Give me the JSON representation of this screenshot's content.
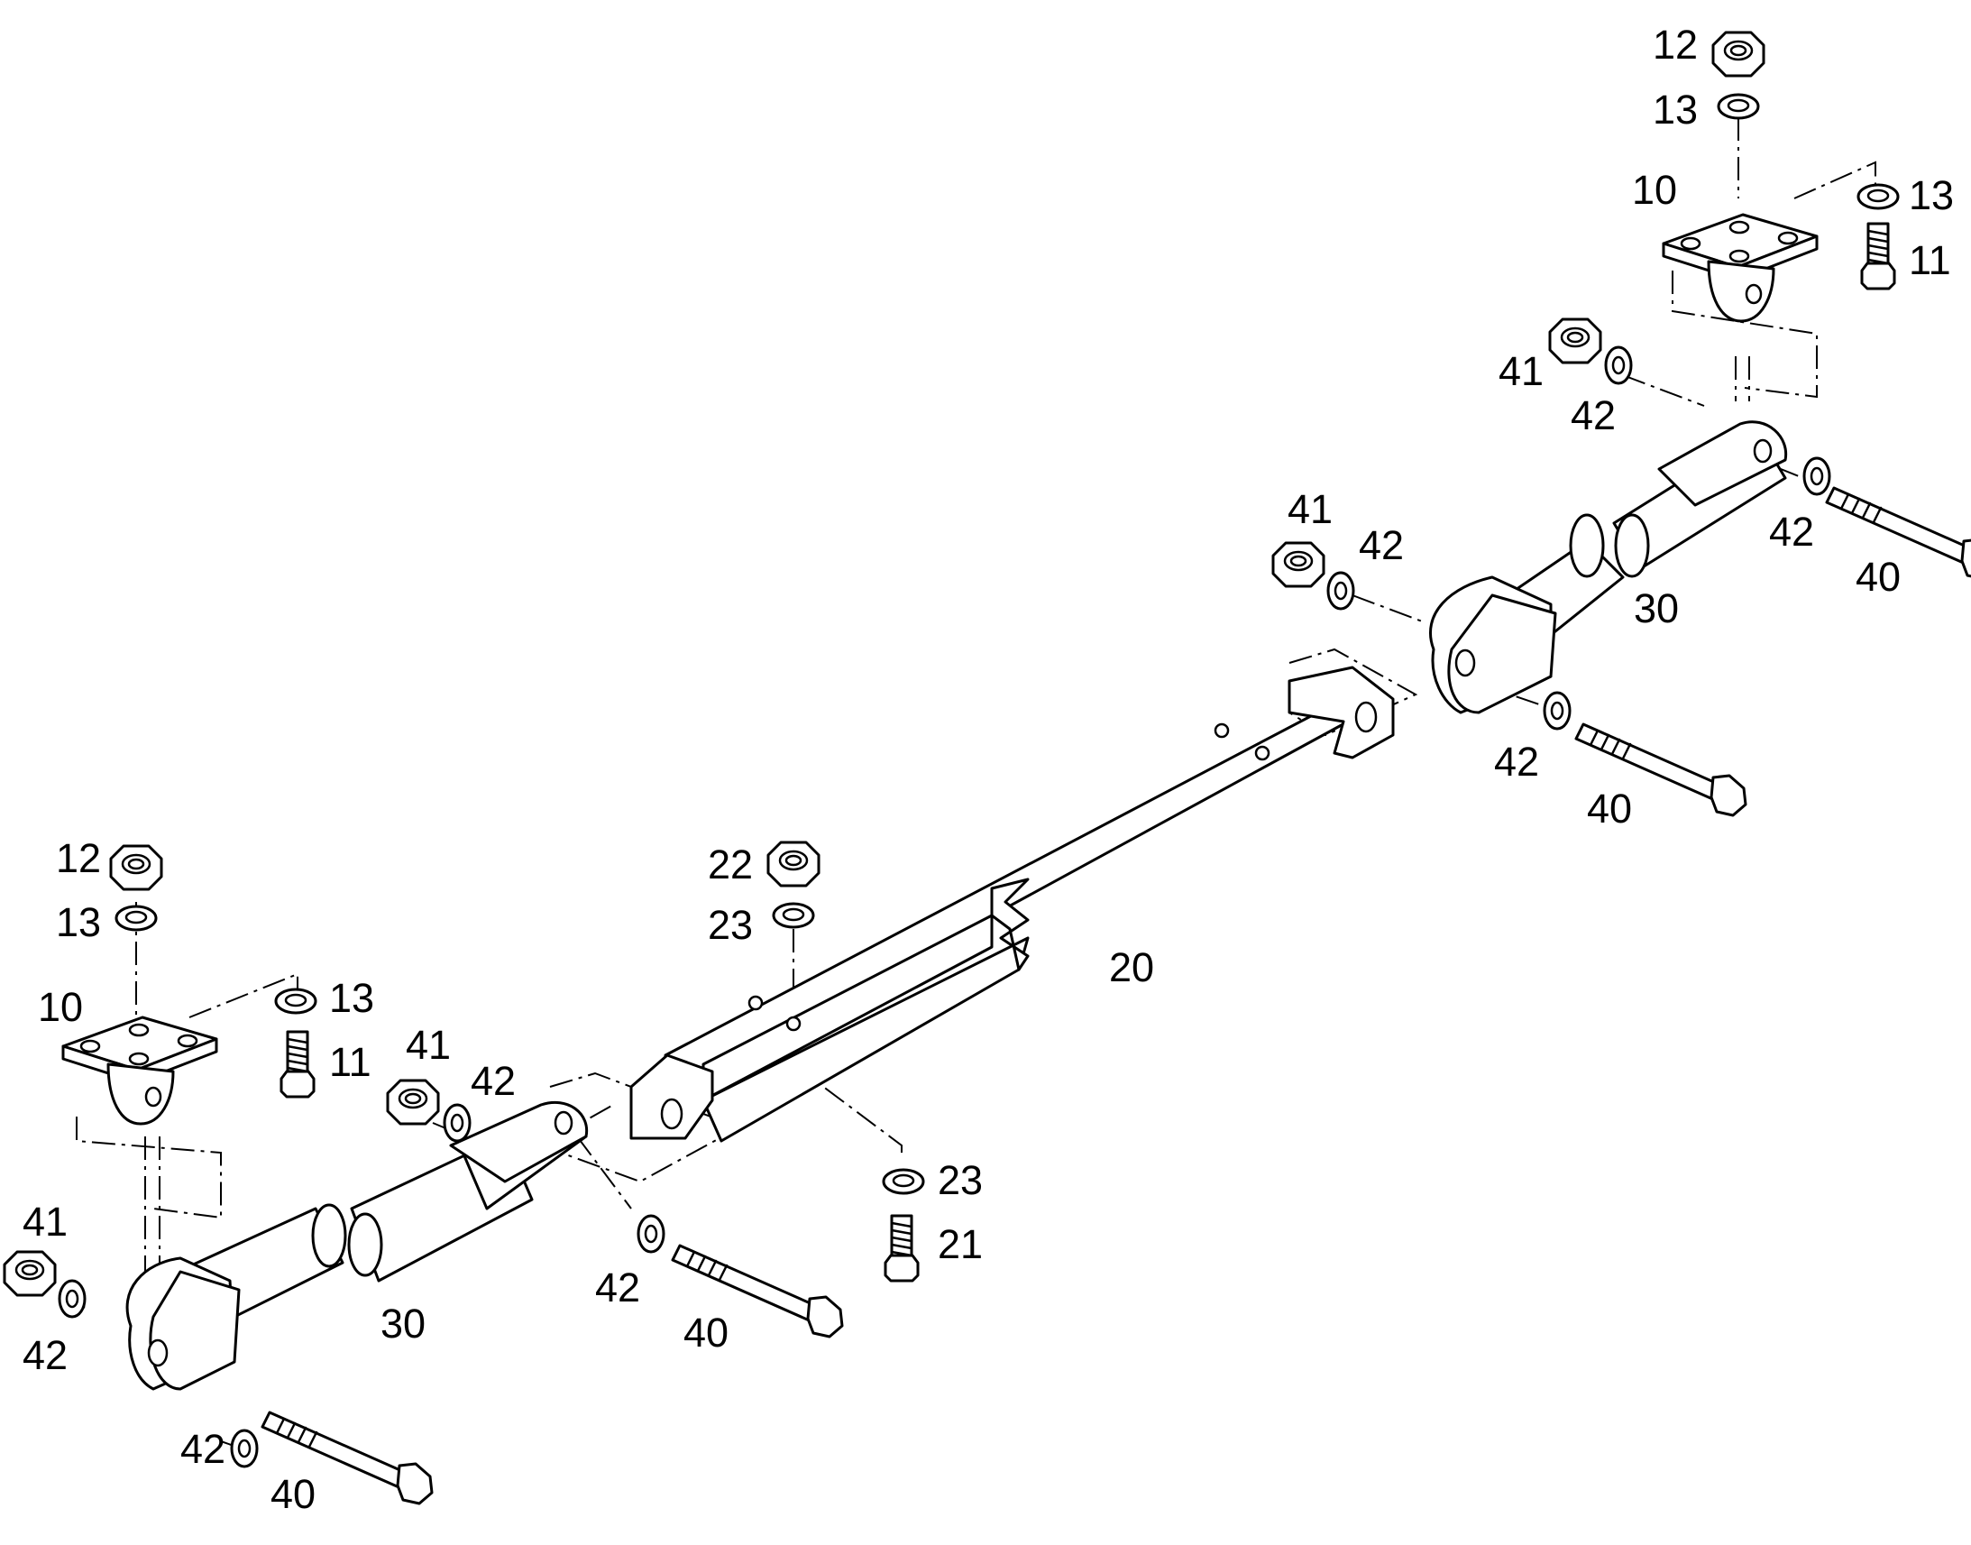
{
  "callouts": [
    {
      "text": "12"
    },
    {
      "text": "13"
    },
    {
      "text": "10"
    },
    {
      "text": "13"
    },
    {
      "text": "11"
    },
    {
      "text": "41"
    },
    {
      "text": "42"
    },
    {
      "text": "41"
    },
    {
      "text": "42"
    },
    {
      "text": "42"
    },
    {
      "text": "40"
    },
    {
      "text": "30"
    },
    {
      "text": "42"
    },
    {
      "text": "40"
    },
    {
      "text": "22"
    },
    {
      "text": "23"
    },
    {
      "text": "20"
    },
    {
      "text": "23"
    },
    {
      "text": "21"
    },
    {
      "text": "12"
    },
    {
      "text": "13"
    },
    {
      "text": "10"
    },
    {
      "text": "13"
    },
    {
      "text": "11"
    },
    {
      "text": "41"
    },
    {
      "text": "42"
    },
    {
      "text": "41"
    },
    {
      "text": "42"
    },
    {
      "text": "42"
    },
    {
      "text": "40"
    },
    {
      "text": "30"
    },
    {
      "text": "42"
    },
    {
      "text": "40"
    }
  ]
}
